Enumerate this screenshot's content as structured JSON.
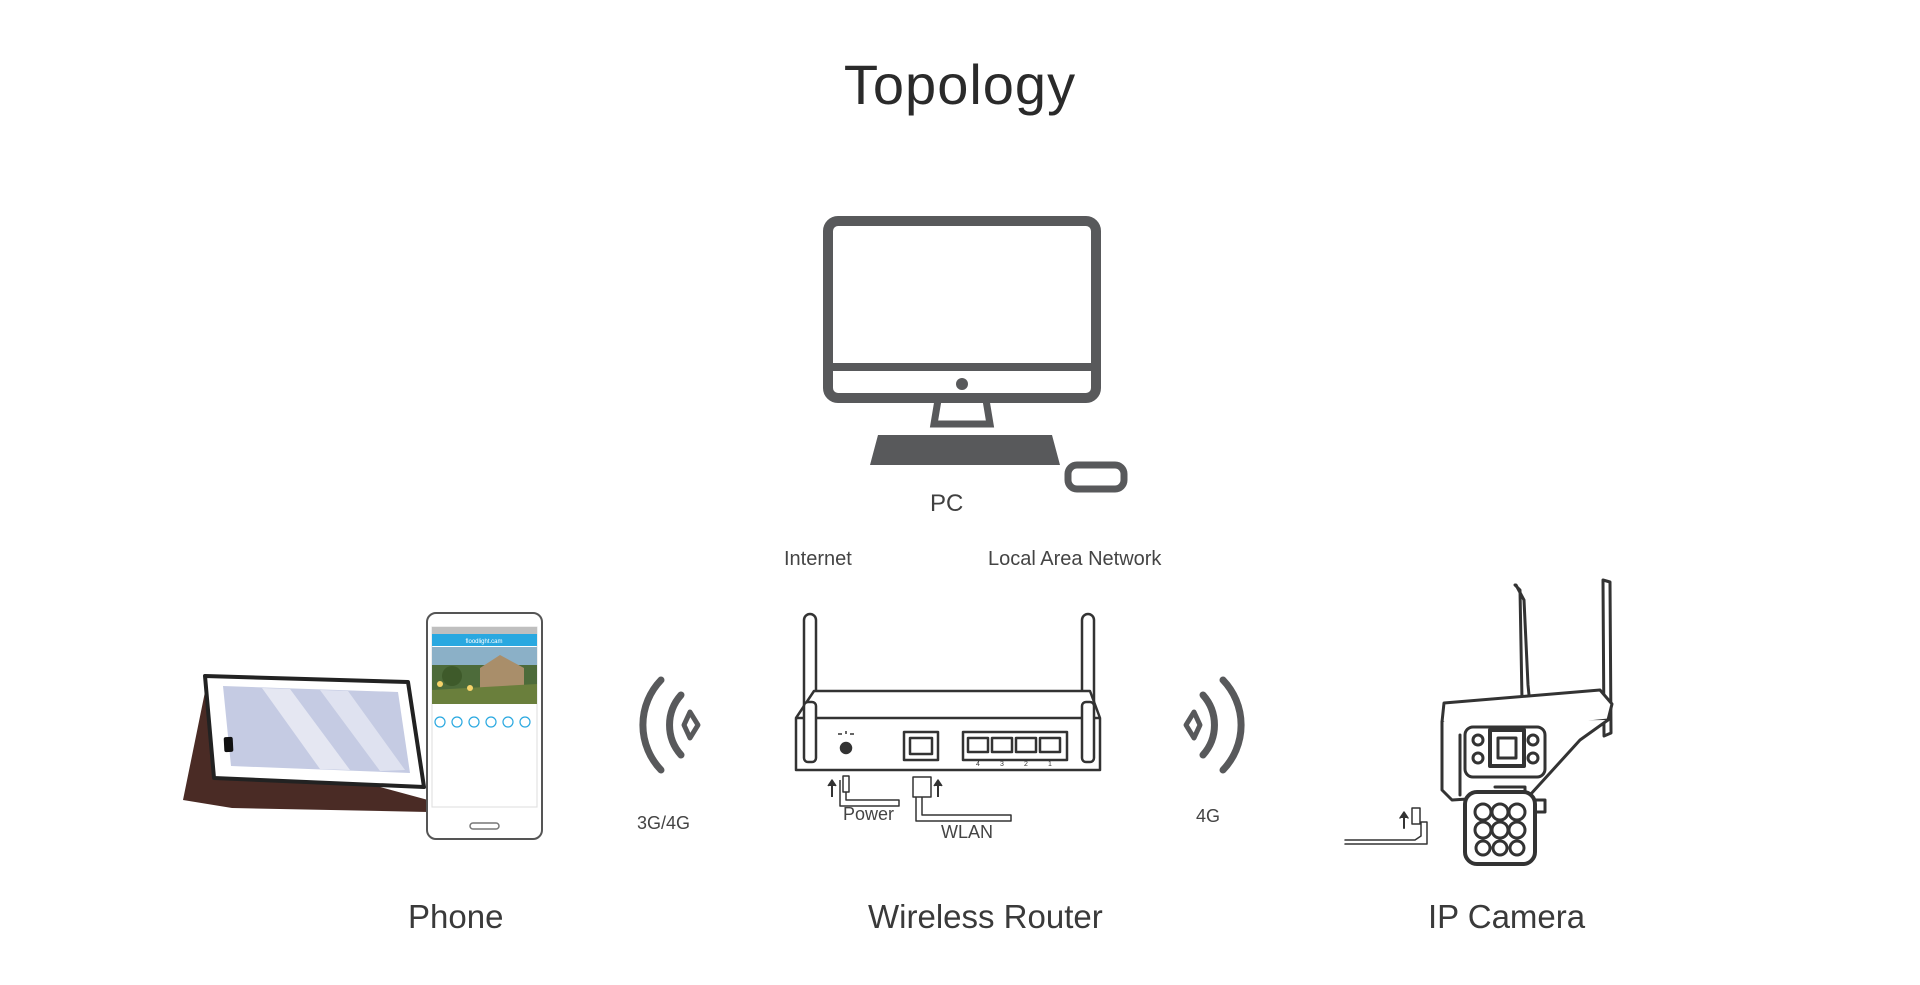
{
  "title": "Topology",
  "nodes": {
    "pc": "PC",
    "phone": "Phone",
    "router": "Wireless Router",
    "camera": "IP Camera"
  },
  "network_labels": {
    "internet": "Internet",
    "lan": "Local Area Network"
  },
  "links": {
    "phone_router": "3G/4G",
    "router_camera": "4G"
  },
  "ports": {
    "power": "Power",
    "wlan": "WLAN",
    "lan_numbers": [
      "4",
      "3",
      "2",
      "1"
    ]
  },
  "phone_app": {
    "header": "floodlight.cam"
  },
  "colors": {
    "icon": "#58595b",
    "text": "#333333",
    "phone_header": "#29a8e0",
    "tablet_case": "#4a2b25"
  }
}
